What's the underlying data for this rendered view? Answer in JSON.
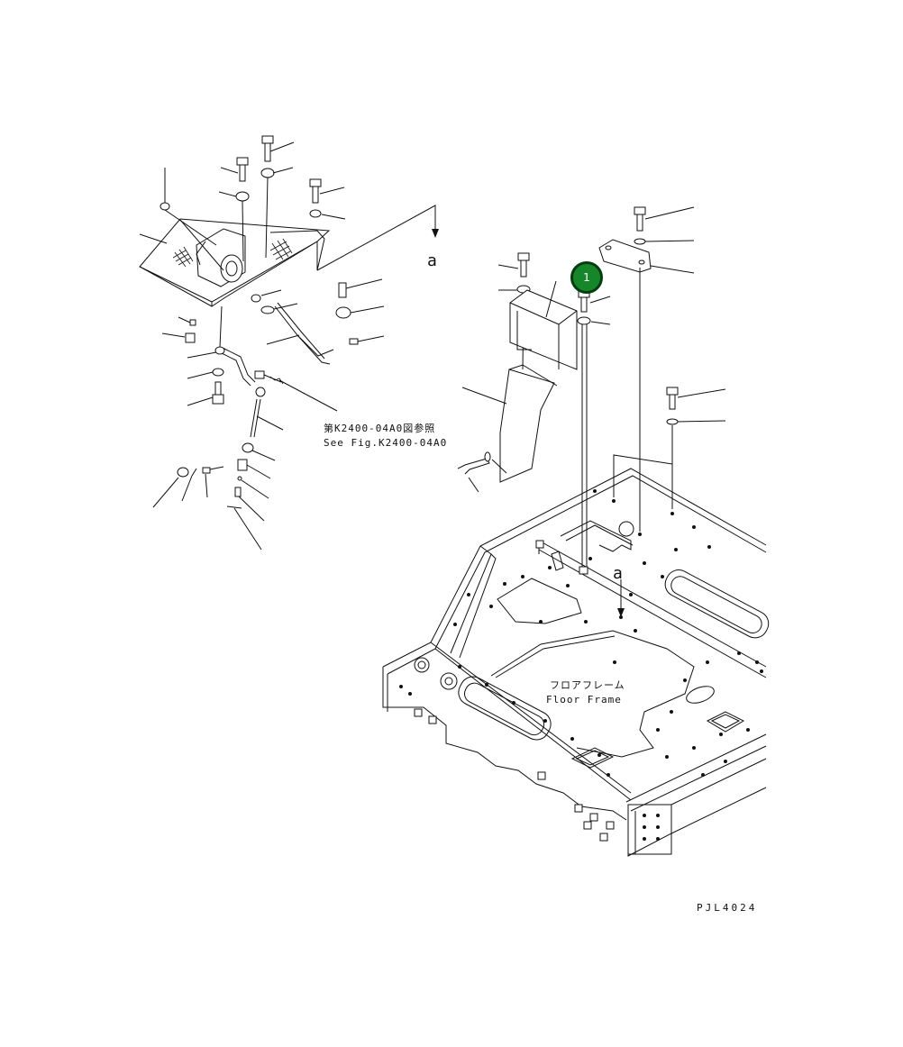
{
  "labels": {
    "view_ref_top": "a",
    "view_ref_bottom": "a",
    "ref_jp": "第K2400-04A0図参照",
    "ref_en": "See Fig.K2400-04A0",
    "frame_jp": "フロアフレーム",
    "frame_en": "Floor Frame",
    "drawing_no": "PJL4024"
  },
  "callouts": [
    {
      "number": "1",
      "color": "#16862a"
    }
  ],
  "colors": {
    "line": "#111111",
    "background": "#ffffff",
    "callout": "#16862a"
  }
}
